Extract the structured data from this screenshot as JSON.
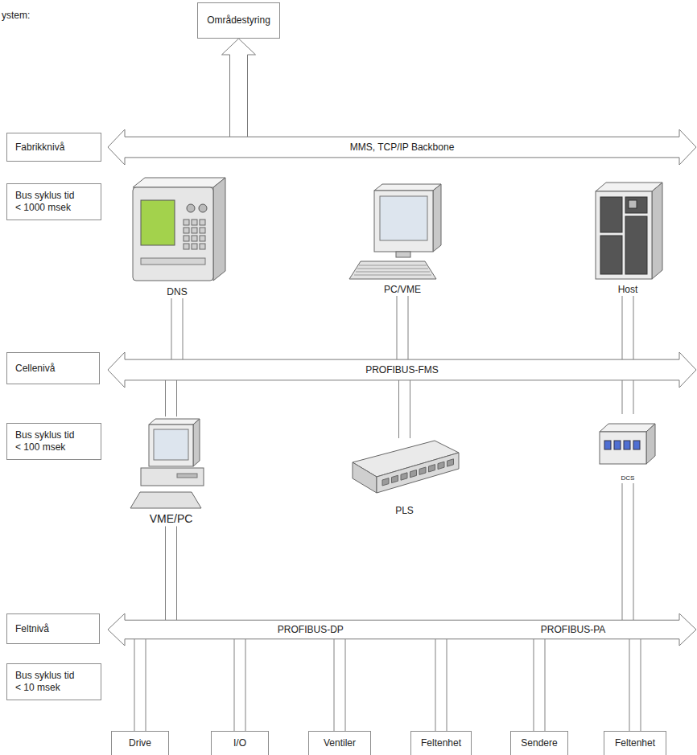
{
  "diagram": {
    "nodes": [
      {
        "text": [
          "Områdestyring"
        ]
      },
      {
        "text": [
          "Fabrikknivå"
        ]
      },
      {
        "text": [
          "MMS, TCP/IP Backbone"
        ]
      },
      {
        "text": [
          "Bus syklus tid < 1000 msek"
        ]
      },
      {
        "text": [
          "DNS"
        ]
      },
      {
        "text": [
          "PC/VME"
        ]
      },
      {
        "text": [
          "Host"
        ]
      },
      {
        "text": [
          "Cellenivå"
        ]
      },
      {
        "text": [
          "PROFIBUS-FMS"
        ]
      },
      {
        "text": [
          "Bus syklus tid < 100 msek"
        ]
      },
      {
        "text": [
          "VME/PC"
        ]
      },
      {
        "text": [
          "PLS"
        ]
      },
      {
        "text": [
          "DCS"
        ]
      },
      {
        "text": [
          "Feltnivå"
        ]
      },
      {
        "text": [
          "PROFIBUS-DP",
          "PROFIBUS-PA"
        ]
      },
      {
        "text": [
          "Bus syklus tid < 10 msek"
        ]
      },
      {
        "text": [
          "Drive"
        ]
      },
      {
        "text": [
          "I/O"
        ]
      },
      {
        "text": [
          "Ventiler"
        ]
      },
      {
        "text": [
          "Feltenhet"
        ]
      },
      {
        "text": [
          "Sendere"
        ]
      },
      {
        "text": [
          "Feltenhet"
        ]
      }
    ],
    "edges": [
      {
        "from": 2,
        "to": 0,
        "arrow": "to"
      },
      {
        "from": 4,
        "to": 8,
        "arrow": "none"
      },
      {
        "from": 5,
        "to": 8,
        "arrow": "none"
      },
      {
        "from": 6,
        "to": 8,
        "arrow": "none"
      },
      {
        "from": 8,
        "to": 10,
        "arrow": "none"
      },
      {
        "from": 8,
        "to": 11,
        "arrow": "none"
      },
      {
        "from": 8,
        "to": 12,
        "arrow": "none"
      },
      {
        "from": 10,
        "to": 14,
        "arrow": "none"
      },
      {
        "from": 12,
        "to": 14,
        "arrow": "none"
      },
      {
        "from": 14,
        "to": 16,
        "arrow": "none"
      },
      {
        "from": 14,
        "to": 17,
        "arrow": "none"
      },
      {
        "from": 14,
        "to": 18,
        "arrow": "none"
      },
      {
        "from": 14,
        "to": 19,
        "arrow": "none"
      },
      {
        "from": 14,
        "to": 20,
        "arrow": "none"
      },
      {
        "from": 14,
        "to": 21,
        "arrow": "none"
      }
    ],
    "labels": [
      "ystem:"
    ]
  }
}
